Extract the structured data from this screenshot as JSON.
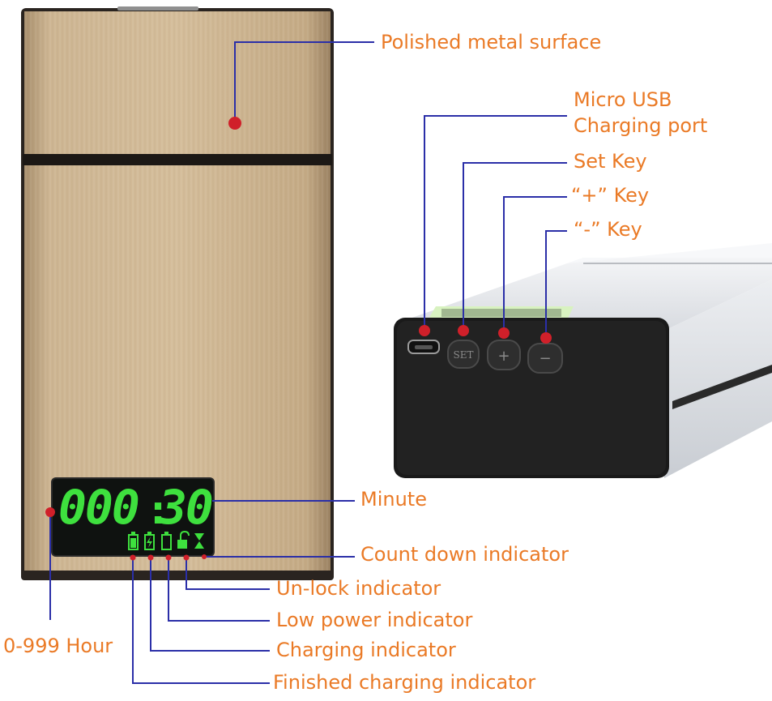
{
  "colors": {
    "label_text": "#ea7a26",
    "leader_line": "#2b2fa8",
    "marker_dot": "#d0202a",
    "lcd_digits": "#3ee03e",
    "metal_gold": "#c9ad86",
    "metal_silver": "#e4e6ea"
  },
  "labels": {
    "polished_metal_surface": "Polished metal surface",
    "micro_usb_line1": "Micro USB",
    "micro_usb_line2": "Charging port",
    "set_key": "Set Key",
    "plus_key": "“+”   Key",
    "minus_key": "“-”   Key",
    "minute": "Minute",
    "count_down_indicator": "Count down indicator",
    "unlock_indicator": "Un-lock indicator",
    "low_power_indicator": "Low power indicator",
    "charging_indicator": "Charging indicator",
    "finished_charging_indicator": "Finished charging indicator",
    "hour_range": "0-999 Hour"
  },
  "display": {
    "hours": "000",
    "colon": ":",
    "minutes": "30"
  },
  "buttons": {
    "set": "SET",
    "plus": "+",
    "minus": "−"
  },
  "icons": {
    "battery_full": "battery-full-icon",
    "battery_charging": "battery-charging-icon",
    "battery_low": "battery-low-icon",
    "unlock": "unlock-icon",
    "hourglass": "hourglass-icon"
  }
}
